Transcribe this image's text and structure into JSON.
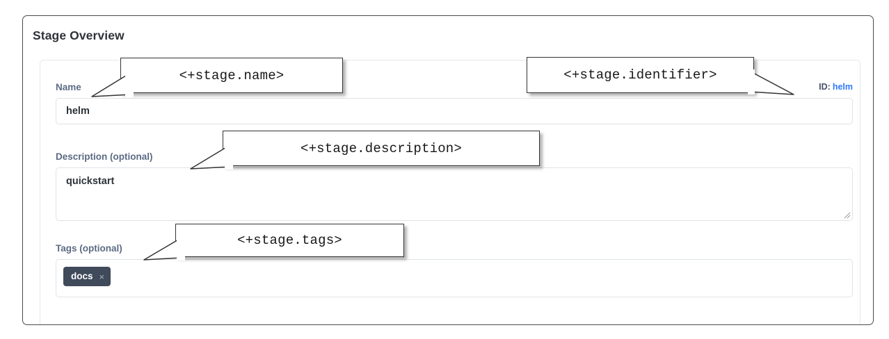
{
  "page": {
    "title": "Stage Overview"
  },
  "form": {
    "name_field": {
      "label": "Name",
      "value": "helm",
      "placeholder": ""
    },
    "identifier": {
      "prefix": "ID:",
      "value": "helm"
    },
    "description_field": {
      "label": "Description (optional)",
      "value": "quickstart",
      "placeholder": ""
    },
    "tags_field": {
      "label": "Tags (optional)",
      "placeholder": "",
      "chips": [
        {
          "label": "docs",
          "remove_icon": "×"
        }
      ]
    }
  },
  "callouts": [
    {
      "text": "<+stage.name>"
    },
    {
      "text": "<+stage.identifier>"
    },
    {
      "text": "<+stage.description>"
    },
    {
      "text": "<+stage.tags>"
    }
  ],
  "colors": {
    "label": "#5c6b84",
    "link": "#2f7bf5",
    "chip_bg": "#3f4a5a",
    "frame_border": "#4a4a4a",
    "input_border": "#dfe3e8",
    "title": "#2f3338"
  }
}
